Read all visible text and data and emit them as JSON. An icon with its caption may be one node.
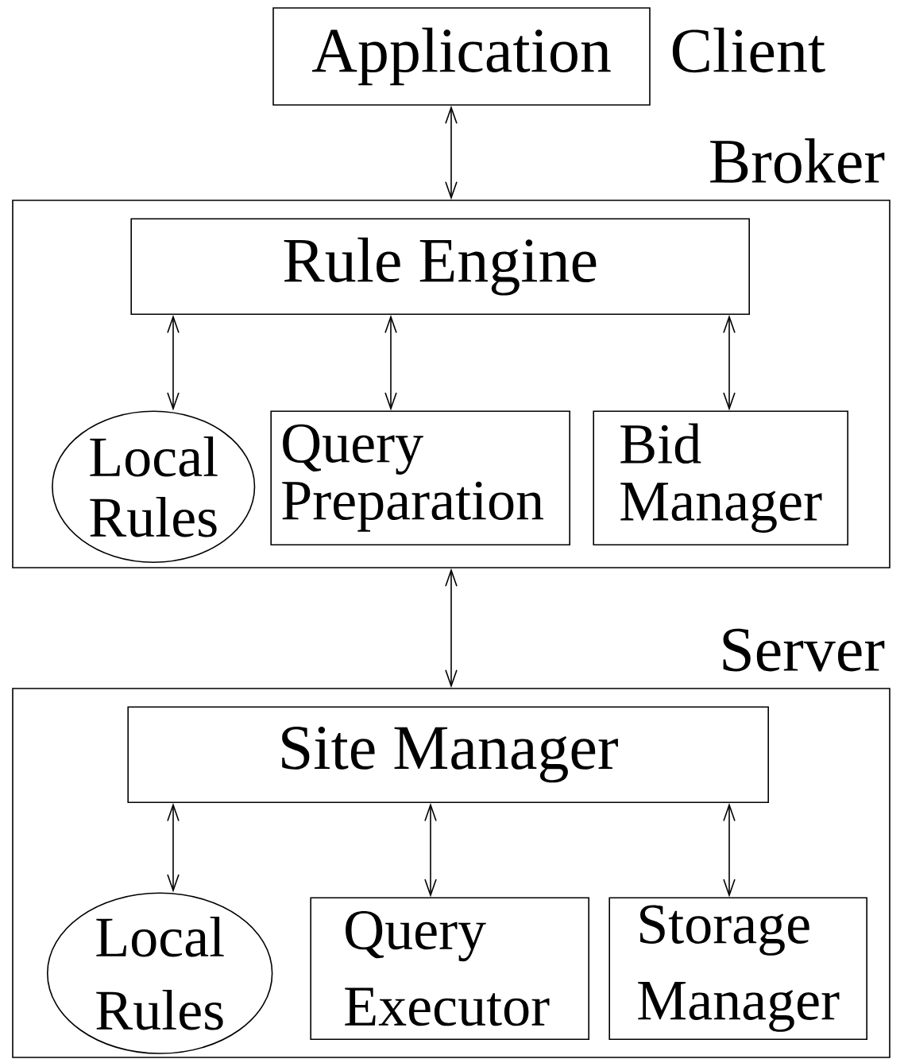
{
  "diagram": {
    "nodes": [
      {
        "text": [
          "Application"
        ],
        "beside": [
          "Client"
        ]
      },
      {
        "text": [
          "Broker"
        ]
      },
      {
        "text": [
          "Rule Engine"
        ],
        "in": 1
      },
      {
        "text": [
          "Local Rules"
        ],
        "in": 1
      },
      {
        "text": [
          "Query Preparation"
        ],
        "in": 1
      },
      {
        "text": [
          "Bid Manager"
        ],
        "in": 1
      },
      {
        "text": [
          "Server"
        ]
      },
      {
        "text": [
          "Site Manager"
        ],
        "in": 6
      },
      {
        "text": [
          "Local Rules"
        ],
        "in": 6
      },
      {
        "text": [
          "Query Executor"
        ],
        "in": 6
      },
      {
        "text": [
          "Storage Manager"
        ],
        "in": 6
      }
    ],
    "edges": [
      {
        "from": 0,
        "to": 1,
        "arrow": "both"
      },
      {
        "from": 2,
        "to": 3,
        "arrow": "both"
      },
      {
        "from": 2,
        "to": 4,
        "arrow": "both"
      },
      {
        "from": 2,
        "to": 5,
        "arrow": "both"
      },
      {
        "from": 1,
        "to": 6,
        "arrow": "both"
      },
      {
        "from": 7,
        "to": 8,
        "arrow": "both"
      },
      {
        "from": 7,
        "to": 9,
        "arrow": "both"
      },
      {
        "from": 7,
        "to": 10,
        "arrow": "both"
      }
    ]
  }
}
